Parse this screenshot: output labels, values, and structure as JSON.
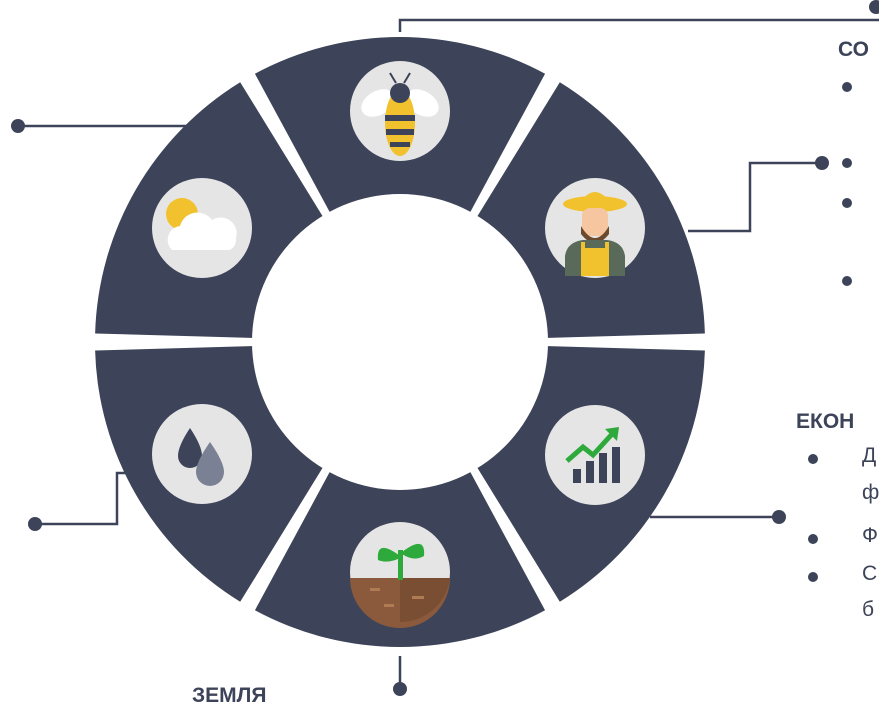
{
  "colors": {
    "segment_fill": "#3d4459",
    "icon_circle": "#e5e5e5",
    "connector": "#3d4459",
    "background": "#ffffff"
  },
  "segments": [
    {
      "name": "bee",
      "icon": "bee-icon"
    },
    {
      "name": "farmer",
      "icon": "farmer-icon"
    },
    {
      "name": "growth-chart",
      "icon": "growth-chart-icon"
    },
    {
      "name": "soil-sprout",
      "icon": "sprout-soil-icon"
    },
    {
      "name": "water-drops",
      "icon": "water-drops-icon"
    },
    {
      "name": "sun-cloud",
      "icon": "sun-cloud-icon"
    }
  ],
  "labels": {
    "social_heading": "СО",
    "economic_heading": "ЕКОН",
    "land_heading": "ЗЕМЛЯ",
    "economic_items": [
      {
        "line1": "Д",
        "line2": "ф"
      },
      {
        "line1": "Ф",
        "line2": ""
      },
      {
        "line1": "С",
        "line2": "б"
      }
    ]
  }
}
